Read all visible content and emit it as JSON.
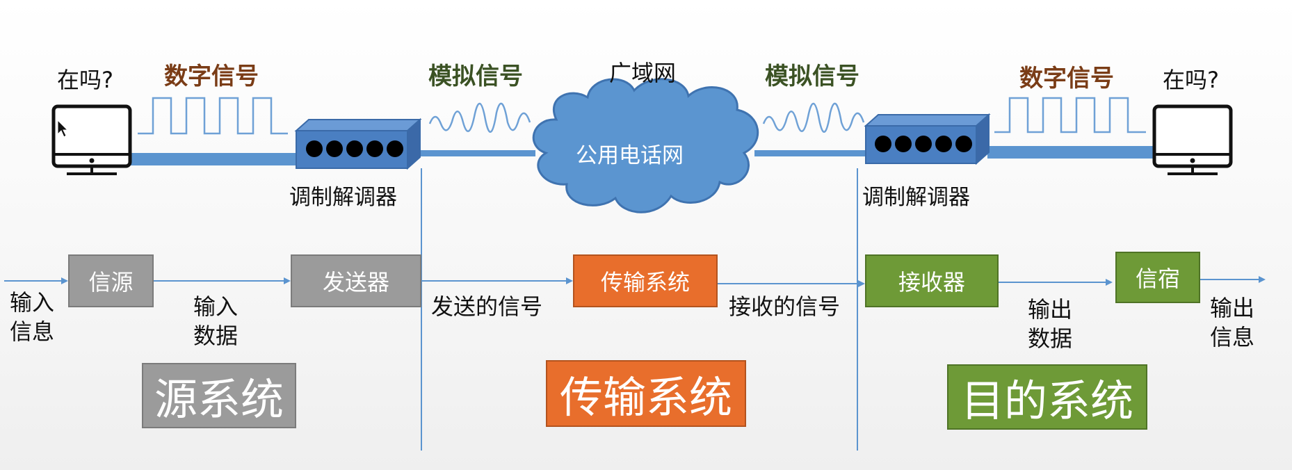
{
  "top": {
    "left_question": "在吗?",
    "right_question": "在吗?",
    "digital_signal_left": "数字信号",
    "digital_signal_right": "数字信号",
    "analog_signal_left": "模拟信号",
    "analog_signal_right": "模拟信号",
    "wan_label": "广域网",
    "cloud_label": "公用电话网",
    "modem_left": "调制解调器",
    "modem_right": "调制解调器"
  },
  "flow": {
    "input_info": "输入\n信息",
    "source": "信源",
    "input_data": "输入\n数据",
    "transmitter": "发送器",
    "sent_signal": "发送的信号",
    "transmission_system": "传输系统",
    "received_signal": "接收的信号",
    "receiver": "接收器",
    "output_data": "输出\n数据",
    "destination": "信宿",
    "output_info": "输出\n信息"
  },
  "systems": {
    "source_system": "源系统",
    "transmission_system": "传输系统",
    "destination_system": "目的系统"
  },
  "colors": {
    "link_blue": "#5b94cf",
    "device_blue": "#4a7fc2",
    "gray": "#9b9b9b",
    "orange": "#e86e2c",
    "green": "#6e9a37",
    "digital_text": "#7a3c16",
    "analog_text": "#3b5224"
  }
}
